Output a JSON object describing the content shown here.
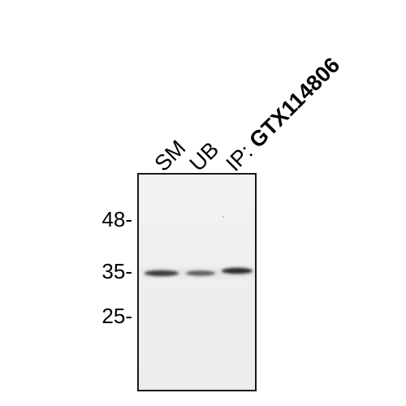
{
  "figure": {
    "lanes": [
      {
        "id": "sm",
        "label": "SM"
      },
      {
        "id": "ub",
        "label": "UB"
      },
      {
        "id": "ip",
        "label_prefix": "IP:",
        "label_antibody": "GTX114806"
      }
    ],
    "markers": [
      {
        "id": "48",
        "label": "48-"
      },
      {
        "id": "35",
        "label": "35-"
      },
      {
        "id": "25",
        "label": "25-"
      }
    ],
    "colors": {
      "band": "#1c1c1c",
      "membrane": "#efefef",
      "border": "#1a1a1a"
    }
  }
}
